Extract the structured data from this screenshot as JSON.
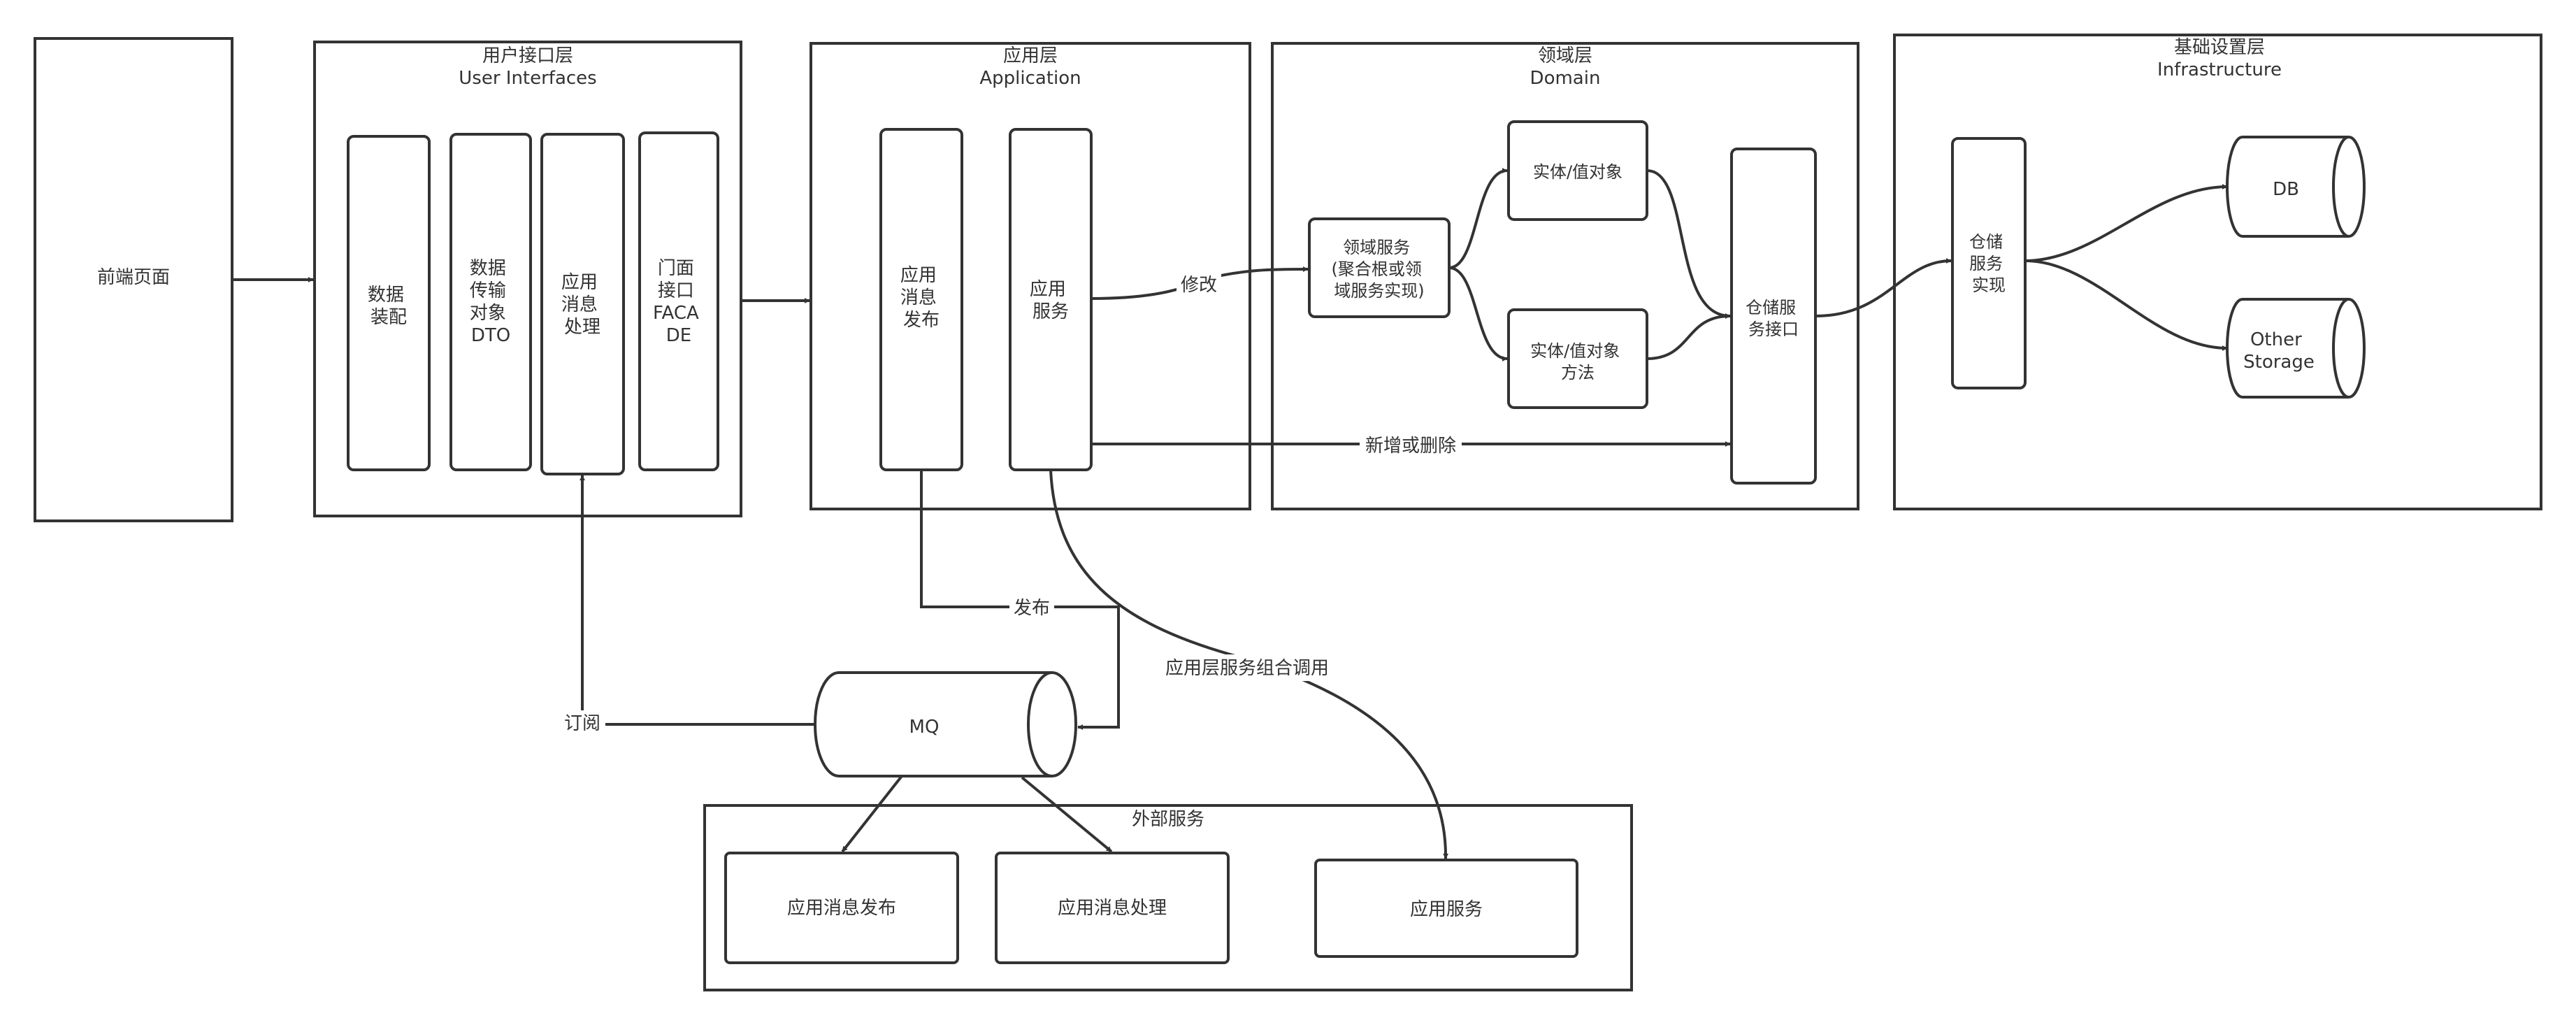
{
  "frontend": {
    "label": "前端页面"
  },
  "ui_layer": {
    "title": "用户接口层",
    "subtitle": "User Interfaces",
    "items": [
      {
        "lines": [
          "数据",
          "装配"
        ]
      },
      {
        "lines": [
          "数据",
          "传输",
          "对象",
          "DTO"
        ]
      },
      {
        "lines": [
          "应用",
          "消息",
          "处理"
        ]
      },
      {
        "lines": [
          "门面",
          "接口",
          "FACA",
          "DE"
        ]
      }
    ]
  },
  "app_layer": {
    "title": "应用层",
    "subtitle": "Application",
    "publish": {
      "lines": [
        "应用",
        "消息",
        "发布"
      ]
    },
    "service": {
      "lines": [
        "应用",
        "服务"
      ]
    }
  },
  "domain_layer": {
    "title": "领域层",
    "subtitle": "Domain",
    "domain_service": {
      "lines": [
        "领域服务",
        "(聚合根或领",
        "域服务实现)"
      ]
    },
    "entity_value": {
      "lines": [
        "实体/值对象"
      ]
    },
    "entity_method": {
      "lines": [
        "实体/值对象",
        "方法"
      ]
    },
    "repo_interface": {
      "lines": [
        "仓储服",
        "务接口"
      ]
    }
  },
  "infra_layer": {
    "title": "基础设置层",
    "subtitle": "Infrastructure",
    "repo_impl": {
      "lines": [
        "仓储",
        "服务",
        "实现"
      ]
    },
    "db": {
      "lines": [
        "DB"
      ]
    },
    "other_storage": {
      "lines": [
        "Other",
        "Storage"
      ]
    }
  },
  "mq": {
    "label": "MQ"
  },
  "external": {
    "title": "外部服务",
    "publish": "应用消息发布",
    "handle": "应用消息处理",
    "service": "应用服务"
  },
  "edges": {
    "modify": "修改",
    "add_delete": "新增或删除",
    "publish": "发布",
    "subscribe": "订阅",
    "compose_call": "应用层服务组合调用"
  }
}
